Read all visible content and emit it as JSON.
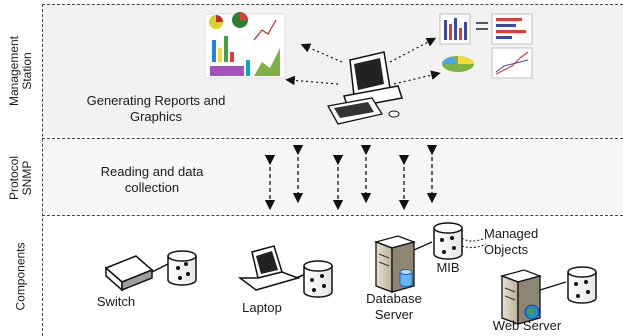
{
  "layers": {
    "management": {
      "line1": "Management",
      "line2": "Station"
    },
    "protocol": {
      "line1": "Protocol",
      "line2": "SNMP"
    },
    "components": {
      "line1": "Components"
    }
  },
  "management_text": {
    "line1": "Generating Reports and",
    "line2": "Graphics"
  },
  "protocol_text": {
    "line1": "Reading and data",
    "line2": "collection"
  },
  "components": {
    "switch": "Switch",
    "laptop": "Laptop",
    "database_server": {
      "line1": "Database",
      "line2": "Server"
    },
    "mib": "MIB",
    "managed_objects": {
      "line1": "Managed",
      "line2": "Objects"
    },
    "web_server": "Web Server"
  }
}
